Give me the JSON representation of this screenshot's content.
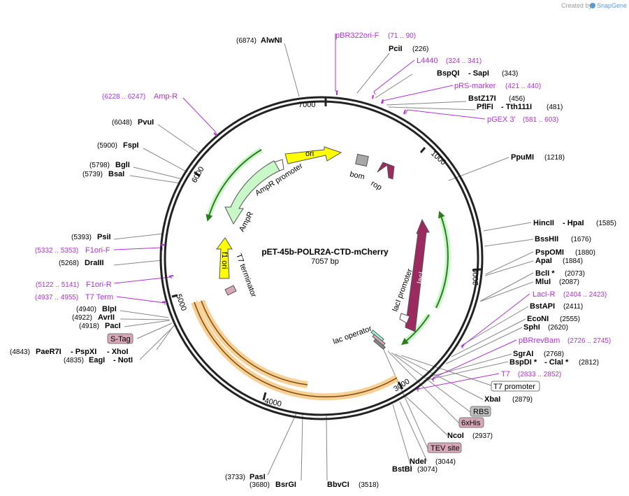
{
  "credit": {
    "created_by": "Created by",
    "brand": "SnapGene"
  },
  "plasmid": {
    "name": "pET-45b-POLR2A-CTD-mCherry",
    "length": "7057 bp"
  },
  "ticks": [
    "1000",
    "2000",
    "3000",
    "4000",
    "5000",
    "6000",
    "7000"
  ],
  "features": {
    "ori": "ori",
    "bom": "bom",
    "rop": "rop",
    "ampr_promoter": "AmpR promoter",
    "ampr": "AmpR",
    "f1_ori": "f1 ori",
    "t7_terminator": "T7 terminator",
    "laci": "lacI",
    "laci_promoter": "lacI promoter",
    "lac_operator": "lac operator"
  },
  "enzymes": {
    "alwni": {
      "name": "AlwNI",
      "pos": "(6874)"
    },
    "pcii": {
      "name": "PciI",
      "pos": "(226)"
    },
    "bspqi": {
      "name": "BspQI",
      "extra": "- SapI",
      "pos": "(343)"
    },
    "bstz17i": {
      "name": "BstZ17I",
      "pos": "(456)"
    },
    "pflfi": {
      "name": "PflFI",
      "extra": "- Tth111I",
      "pos": "(481)"
    },
    "pvui": {
      "name": "PvuI",
      "pos": "(6048)"
    },
    "fspi": {
      "name": "FspI",
      "pos": "(5900)"
    },
    "bgli": {
      "name": "BglI",
      "pos": "(5798)"
    },
    "bsai": {
      "name": "BsaI",
      "pos": "(5739)"
    },
    "psii": {
      "name": "PsiI",
      "pos": "(5393)"
    },
    "draiii": {
      "name": "DraIII",
      "pos": "(5268)"
    },
    "blpi": {
      "name": "BlpI",
      "pos": "(4940)"
    },
    "avrii": {
      "name": "AvrII",
      "pos": "(4922)"
    },
    "paci": {
      "name": "PacI",
      "pos": "(4918)"
    },
    "paer7i": {
      "name": "PaeR7I",
      "extra1": "- PspXI",
      "extra2": "- XhoI",
      "pos": "(4843)"
    },
    "eagi": {
      "name": "EagI",
      "extra": "- NotI",
      "pos": "(4835)"
    },
    "ppumi": {
      "name": "PpuMI",
      "pos": "(1218)"
    },
    "hincii": {
      "name": "HincII",
      "extra": "- HpaI",
      "pos": "(1585)"
    },
    "bsshii": {
      "name": "BssHII",
      "pos": "(1676)"
    },
    "pspomi": {
      "name": "PspOMI",
      "pos": "(1880)"
    },
    "apai": {
      "name": "ApaI",
      "pos": "(1884)"
    },
    "bcli": {
      "name": "BclI *",
      "pos": "(2073)"
    },
    "mlui": {
      "name": "MluI",
      "pos": "(2087)"
    },
    "bstapi": {
      "name": "BstAPI",
      "pos": "(2411)"
    },
    "econi": {
      "name": "EcoNI",
      "pos": "(2555)"
    },
    "sphi": {
      "name": "SphI",
      "pos": "(2620)"
    },
    "sgrai": {
      "name": "SgrAI",
      "pos": "(2768)"
    },
    "bspdi": {
      "name": "BspDI *",
      "extra": "- ClaI *",
      "pos": "(2812)"
    },
    "xbai": {
      "name": "XbaI",
      "pos": "(2879)"
    },
    "ncoi": {
      "name": "NcoI",
      "pos": "(2937)"
    },
    "ndei": {
      "name": "NdeI",
      "pos": "(3044)"
    },
    "bstbi": {
      "name": "BstBI",
      "pos": "(3074)"
    },
    "pasi": {
      "name": "PasI",
      "pos": "(3733)"
    },
    "bsrgi": {
      "name": "BsrGI",
      "pos": "(3680)"
    },
    "bbvci": {
      "name": "BbvCI",
      "pos": "(3518)"
    }
  },
  "primers": {
    "pbr322ori": {
      "name": "pBR322ori-F",
      "range": "(71 .. 90)"
    },
    "l4440": {
      "name": "L4440",
      "range": "(324 .. 341)"
    },
    "prs": {
      "name": "pRS-marker",
      "range": "(421 .. 440)"
    },
    "pgex": {
      "name": "pGEX 3'",
      "range": "(581 .. 603)"
    },
    "ampr": {
      "name": "Amp-R",
      "range": "(6228 .. 6247)"
    },
    "f1orif": {
      "name": "F1ori-F",
      "range": "(5332 .. 5353)"
    },
    "f1orir": {
      "name": "F1ori-R",
      "range": "(5122 .. 5141)"
    },
    "t7term": {
      "name": "T7 Term",
      "range": "(4937 .. 4955)"
    },
    "lacir": {
      "name": "LacI-R",
      "range": "(2404 .. 2423)"
    },
    "pbrrev": {
      "name": "pBRrevBam",
      "range": "(2726 .. 2745)"
    },
    "t7": {
      "name": "T7",
      "range": "(2833 .. 2852)"
    }
  },
  "boxed": {
    "stag": "S-Tag",
    "t7_promoter": "T7 promoter",
    "rbs": "RBS",
    "his": "6xHis",
    "tev": "TEV site"
  },
  "colors": {
    "primer": "#b030d8",
    "ori": "#ffff00",
    "ampr": "#c8f7c8",
    "laci": "#9b2a5e",
    "tag": "#d8a8b8",
    "cds": "#f5c070",
    "rbs": "#c0c0c0"
  }
}
